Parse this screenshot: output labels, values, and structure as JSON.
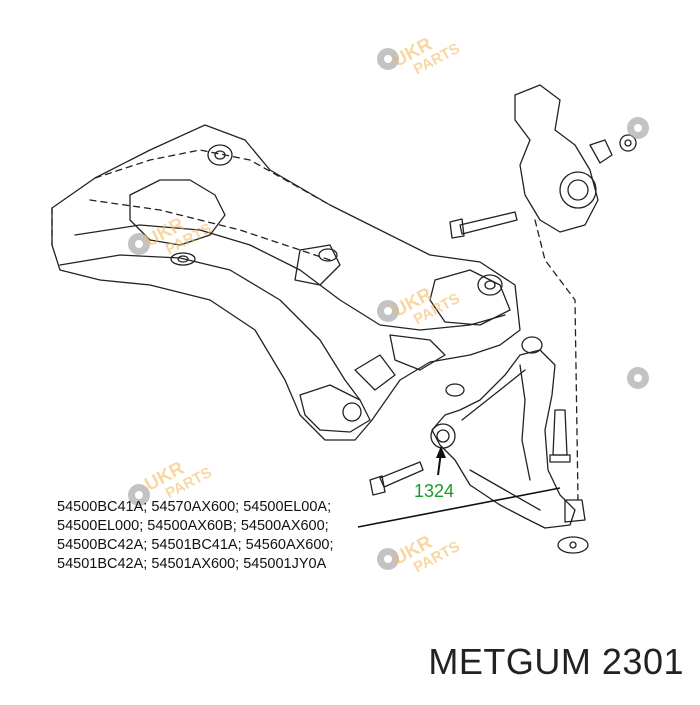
{
  "watermark": {
    "line1": "UKR",
    "line2": "PARTS",
    "color": "#f3b75a"
  },
  "callout": {
    "label": "1324",
    "color": "#1a9a2a"
  },
  "part_numbers": [
    "54500BC41A; 54570AX600; 54500EL00A;",
    "54500EL000; 54500AX60B; 54500AX600;",
    "54500BC42A; 54501BC41A; 54560AX600;",
    "54501BC42A; 54501AX600; 545001JY0A"
  ],
  "brand": "METGUM 2301"
}
